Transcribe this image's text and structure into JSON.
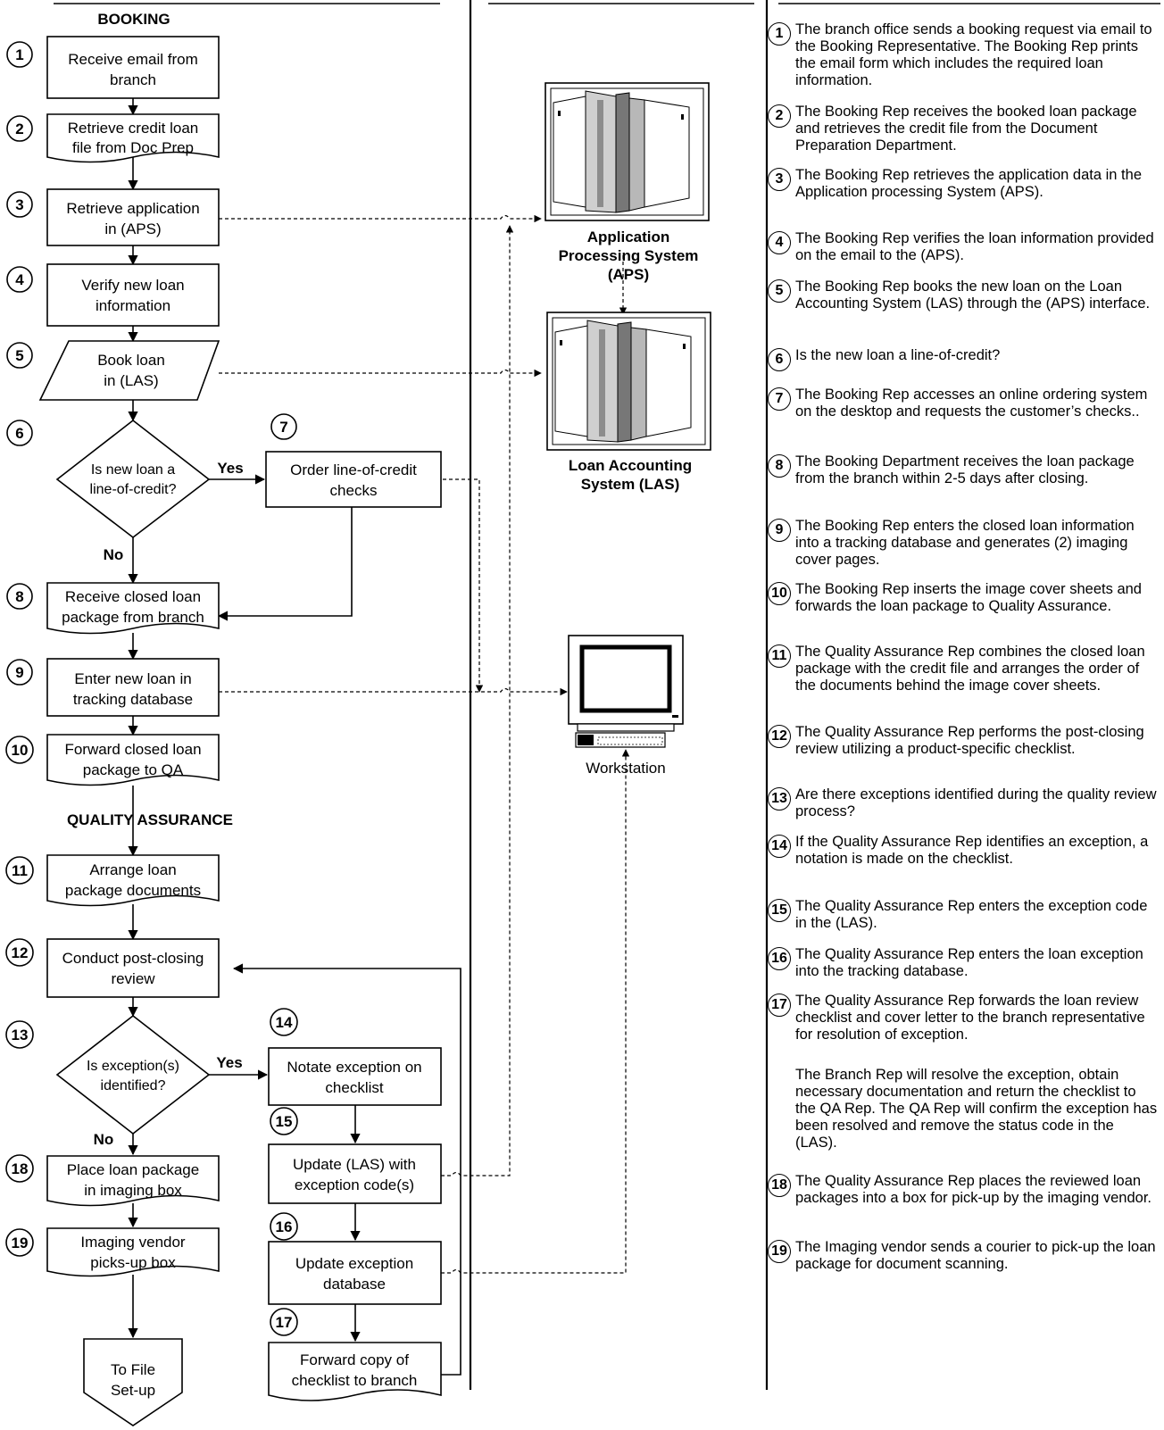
{
  "lanes": {
    "booking": "BOOKING",
    "quality": "QUALITY ASSURANCE"
  },
  "steps": [
    {
      "id": "1",
      "lines": [
        "Receive email from",
        "branch"
      ],
      "desc": "The branch office sends a booking request via email to the Booking Representative. The Booking Rep prints the email form which includes the required loan information."
    },
    {
      "id": "2",
      "lines": [
        "Retrieve credit loan",
        "file from Doc Prep"
      ],
      "desc": "The Booking Rep receives the booked loan package and retrieves the credit file from the Document Preparation Department."
    },
    {
      "id": "3",
      "lines": [
        "Retrieve application",
        "in (APS)"
      ],
      "desc": "The Booking Rep retrieves the application data in the Application processing System (APS)."
    },
    {
      "id": "4",
      "lines": [
        "Verify new loan",
        "information"
      ],
      "desc": "The Booking Rep verifies the loan information provided on the email to the (APS)."
    },
    {
      "id": "5",
      "lines": [
        "Book loan",
        "in (LAS)"
      ],
      "desc": "The Booking Rep books the new loan on the Loan Accounting System (LAS) through the (APS) interface."
    },
    {
      "id": "6",
      "lines": [
        "Is new loan a",
        "line-of-credit?"
      ],
      "desc": "Is the new loan a line-of-credit?"
    },
    {
      "id": "7",
      "lines": [
        "Order line-of-credit",
        "checks"
      ],
      "desc": "The Booking Rep accesses an online ordering system on the desktop and requests the customer’s checks.."
    },
    {
      "id": "8",
      "lines": [
        "Receive closed loan",
        "package from branch"
      ],
      "desc": "The Booking Department receives the loan package from the branch within 2-5 days after closing."
    },
    {
      "id": "9",
      "lines": [
        "Enter new loan in",
        "tracking database"
      ],
      "desc": "The Booking Rep enters the closed loan information into a tracking database and generates (2) imaging cover pages."
    },
    {
      "id": "10",
      "lines": [
        "Forward closed loan",
        "package to QA"
      ],
      "desc": "The Booking Rep inserts the image cover sheets and forwards the loan package to Quality Assurance."
    },
    {
      "id": "11",
      "lines": [
        "Arrange loan",
        "package documents"
      ],
      "desc": "The Quality Assurance Rep combines the closed loan package with the credit file and arranges the order of the documents behind the image cover sheets."
    },
    {
      "id": "12",
      "lines": [
        "Conduct post-closing",
        "review"
      ],
      "desc": "The Quality Assurance Rep performs the post-closing review utilizing a product-specific checklist."
    },
    {
      "id": "13",
      "lines": [
        "Is exception(s)",
        "identified?"
      ],
      "desc": "Are there exceptions identified during the quality review process?"
    },
    {
      "id": "14",
      "lines": [
        "Notate exception on",
        "checklist"
      ],
      "desc": "If the  Quality Assurance Rep identifies an exception, a notation is made on the checklist."
    },
    {
      "id": "15",
      "lines": [
        "Update (LAS) with",
        "exception code(s)"
      ],
      "desc": "The Quality Assurance Rep enters the exception code in the (LAS)."
    },
    {
      "id": "16",
      "lines": [
        "Update exception",
        "database"
      ],
      "desc": "The Quality Assurance Rep enters the loan exception into the tracking database."
    },
    {
      "id": "17",
      "lines": [
        "Forward copy of",
        "checklist to branch"
      ],
      "desc": "The Quality Assurance Rep forwards the loan review checklist and cover letter to the branch representative for resolution of exception.",
      "extra": "The Branch Rep will resolve the exception, obtain necessary documentation and return the checklist to the QA Rep. The QA Rep will confirm the exception has been resolved and remove the status code in the (LAS)."
    },
    {
      "id": "18",
      "lines": [
        "Place loan package",
        "in imaging box"
      ],
      "desc": "The Quality Assurance Rep places the reviewed loan packages into a box for pick-up by the imaging vendor."
    },
    {
      "id": "19",
      "lines": [
        "Imaging vendor",
        "picks-up box"
      ],
      "desc": "The Imaging vendor sends a courier to pick-up the loan package for document scanning."
    }
  ],
  "decisions": {
    "yes": "Yes",
    "no": "No"
  },
  "terminator": [
    "To File",
    "Set-up"
  ],
  "systems": {
    "aps": [
      "Application",
      "Processing System",
      "(APS)"
    ],
    "las": [
      "Loan Accounting",
      "System (LAS)"
    ],
    "workstation": "Workstation"
  }
}
